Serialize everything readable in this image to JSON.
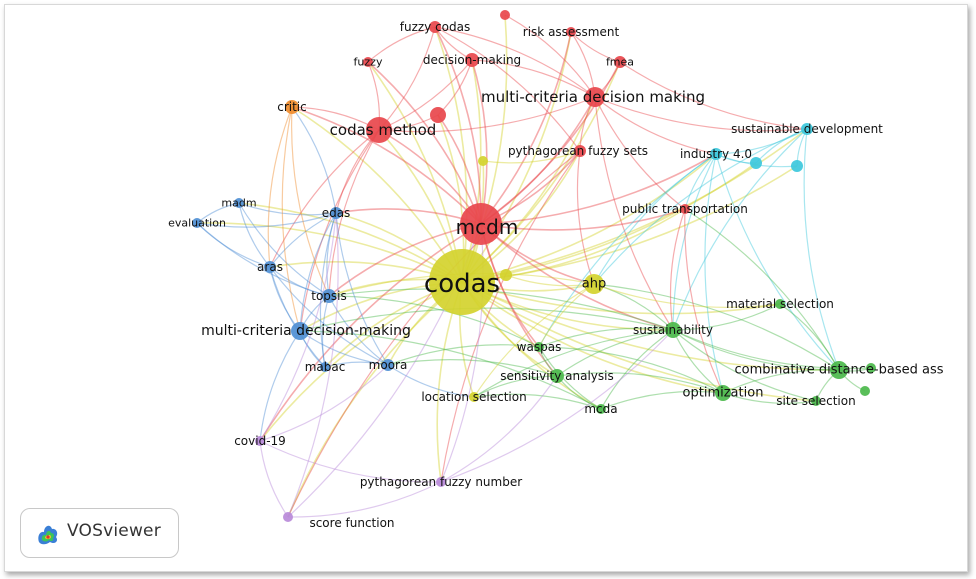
{
  "app": {
    "name": "VOSviewer"
  },
  "colors": {
    "red": "#e8474c",
    "yellow": "#d4d22e",
    "blue": "#4f8fd4",
    "green": "#4bb84b",
    "cyan": "#3cc8dc",
    "orange": "#f08c2c",
    "purple": "#b98ad9",
    "label": "#111111"
  },
  "nodes": [
    {
      "id": "codas",
      "label": "codas",
      "cluster": "yellow"
    },
    {
      "id": "mcdm",
      "label": "mcdm",
      "cluster": "red"
    },
    {
      "id": "codas-method",
      "label": "codas method",
      "cluster": "red"
    },
    {
      "id": "multi-criteria-decision-making-red",
      "label": "multi-criteria decision making",
      "cluster": "red"
    },
    {
      "id": "fuzzy-codas",
      "label": "fuzzy codas",
      "cluster": "red"
    },
    {
      "id": "risk-assessment",
      "label": "risk assessment",
      "cluster": "red"
    },
    {
      "id": "fuzzy",
      "label": "fuzzy",
      "cluster": "red"
    },
    {
      "id": "decision-making",
      "label": "decision-making",
      "cluster": "red"
    },
    {
      "id": "fmea",
      "label": "fmea",
      "cluster": "red"
    },
    {
      "id": "pythagorean-fuzzy-sets",
      "label": "pythagorean fuzzy sets",
      "cluster": "red"
    },
    {
      "id": "public-transportation",
      "label": "public transportation",
      "cluster": "red"
    },
    {
      "id": "red-unlabeled-1",
      "label": "",
      "cluster": "red"
    },
    {
      "id": "red-unlabeled-2",
      "label": "",
      "cluster": "red"
    },
    {
      "id": "critic",
      "label": "critic",
      "cluster": "orange"
    },
    {
      "id": "madm",
      "label": "madm",
      "cluster": "blue"
    },
    {
      "id": "evaluation",
      "label": "evaluation",
      "cluster": "blue"
    },
    {
      "id": "edas",
      "label": "edas",
      "cluster": "blue"
    },
    {
      "id": "aras",
      "label": "aras",
      "cluster": "blue"
    },
    {
      "id": "topsis",
      "label": "topsis",
      "cluster": "blue"
    },
    {
      "id": "multi-criteria-decision-making-blue",
      "label": "multi-criteria decision-making",
      "cluster": "blue"
    },
    {
      "id": "mabac",
      "label": "mabac",
      "cluster": "blue"
    },
    {
      "id": "moora",
      "label": "moora",
      "cluster": "blue"
    },
    {
      "id": "ahp",
      "label": "ahp",
      "cluster": "yellow"
    },
    {
      "id": "location-selection",
      "label": "location selection",
      "cluster": "yellow"
    },
    {
      "id": "yellow-unlabeled-1",
      "label": "",
      "cluster": "yellow"
    },
    {
      "id": "yellow-unlabeled-2",
      "label": "",
      "cluster": "yellow"
    },
    {
      "id": "industry-4-0",
      "label": "industry 4.0",
      "cluster": "cyan"
    },
    {
      "id": "sustainable-development",
      "label": "sustainable development",
      "cluster": "cyan"
    },
    {
      "id": "cyan-unlabeled-1",
      "label": "",
      "cluster": "cyan"
    },
    {
      "id": "cyan-unlabeled-2",
      "label": "",
      "cluster": "cyan"
    },
    {
      "id": "sustainability",
      "label": "sustainability",
      "cluster": "green"
    },
    {
      "id": "material-selection",
      "label": "material selection",
      "cluster": "green"
    },
    {
      "id": "waspas",
      "label": "waspas",
      "cluster": "green"
    },
    {
      "id": "sensitivity-analysis",
      "label": "sensitivity analysis",
      "cluster": "green"
    },
    {
      "id": "combinative-distance",
      "label": "combinative distance-based ass",
      "cluster": "green"
    },
    {
      "id": "optimization",
      "label": "optimization",
      "cluster": "green"
    },
    {
      "id": "site-selection",
      "label": "site selection",
      "cluster": "green"
    },
    {
      "id": "mcda",
      "label": "mcda",
      "cluster": "green"
    },
    {
      "id": "green-unlabeled-1",
      "label": "",
      "cluster": "green"
    },
    {
      "id": "green-unlabeled-2",
      "label": "",
      "cluster": "green"
    },
    {
      "id": "covid-19",
      "label": "covid-19",
      "cluster": "purple"
    },
    {
      "id": "pythagorean-fuzzy-number",
      "label": "pythagorean fuzzy number",
      "cluster": "purple"
    },
    {
      "id": "score-function",
      "label": "score function",
      "cluster": "purple"
    }
  ],
  "links": [
    [
      "codas",
      "mcdm"
    ],
    [
      "codas",
      "codas-method"
    ],
    [
      "codas",
      "multi-criteria-decision-making-red"
    ],
    [
      "codas",
      "fuzzy-codas"
    ],
    [
      "codas",
      "risk-assessment"
    ],
    [
      "codas",
      "decision-making"
    ],
    [
      "codas",
      "fmea"
    ],
    [
      "codas",
      "pythagorean-fuzzy-sets"
    ],
    [
      "codas",
      "public-transportation"
    ],
    [
      "codas",
      "critic"
    ],
    [
      "codas",
      "madm"
    ],
    [
      "codas",
      "evaluation"
    ],
    [
      "codas",
      "edas"
    ],
    [
      "codas",
      "aras"
    ],
    [
      "codas",
      "topsis"
    ],
    [
      "codas",
      "multi-criteria-decision-making-blue"
    ],
    [
      "codas",
      "mabac"
    ],
    [
      "codas",
      "moora"
    ],
    [
      "codas",
      "ahp"
    ],
    [
      "codas",
      "location-selection"
    ],
    [
      "codas",
      "industry-4-0"
    ],
    [
      "codas",
      "sustainable-development"
    ],
    [
      "codas",
      "sustainability"
    ],
    [
      "codas",
      "material-selection"
    ],
    [
      "codas",
      "waspas"
    ],
    [
      "codas",
      "sensitivity-analysis"
    ],
    [
      "codas",
      "combinative-distance"
    ],
    [
      "codas",
      "optimization"
    ],
    [
      "codas",
      "site-selection"
    ],
    [
      "codas",
      "mcda"
    ],
    [
      "codas",
      "covid-19"
    ],
    [
      "codas",
      "pythagorean-fuzzy-number"
    ],
    [
      "codas",
      "score-function"
    ],
    [
      "codas",
      "yellow-unlabeled-1"
    ],
    [
      "codas",
      "yellow-unlabeled-2"
    ],
    [
      "codas",
      "red-unlabeled-1"
    ],
    [
      "codas",
      "red-unlabeled-2"
    ],
    [
      "codas",
      "cyan-unlabeled-1"
    ],
    [
      "codas",
      "cyan-unlabeled-2"
    ],
    [
      "codas",
      "fuzzy"
    ],
    [
      "mcdm",
      "codas-method"
    ],
    [
      "mcdm",
      "multi-criteria-decision-making-red"
    ],
    [
      "mcdm",
      "fuzzy-codas"
    ],
    [
      "mcdm",
      "decision-making"
    ],
    [
      "mcdm",
      "pythagorean-fuzzy-sets"
    ],
    [
      "mcdm",
      "public-transportation"
    ],
    [
      "mcdm",
      "edas"
    ],
    [
      "mcdm",
      "topsis"
    ],
    [
      "mcdm",
      "ahp"
    ],
    [
      "mcdm",
      "industry-4-0"
    ],
    [
      "mcdm",
      "sustainability"
    ],
    [
      "mcdm",
      "fuzzy"
    ],
    [
      "mcdm",
      "red-unlabeled-2"
    ],
    [
      "mcdm",
      "critic"
    ],
    [
      "mcdm",
      "risk-assessment"
    ],
    [
      "mcdm",
      "fmea"
    ],
    [
      "mcdm",
      "waspas"
    ],
    [
      "mcdm",
      "sensitivity-analysis"
    ],
    [
      "mcdm",
      "covid-19"
    ],
    [
      "codas-method",
      "edas"
    ],
    [
      "codas-method",
      "critic"
    ],
    [
      "codas-method",
      "fuzzy"
    ],
    [
      "codas-method",
      "decision-making"
    ],
    [
      "codas-method",
      "topsis"
    ],
    [
      "codas-method",
      "aras"
    ],
    [
      "codas-method",
      "multi-criteria-decision-making-blue"
    ],
    [
      "codas-method",
      "fuzzy-codas"
    ],
    [
      "codas-method",
      "red-unlabeled-2"
    ],
    [
      "codas-method",
      "multi-criteria-decision-making-red"
    ],
    [
      "multi-criteria-decision-making-red",
      "fmea"
    ],
    [
      "multi-criteria-decision-making-red",
      "risk-assessment"
    ],
    [
      "multi-criteria-decision-making-red",
      "pythagorean-fuzzy-sets"
    ],
    [
      "multi-criteria-decision-making-red",
      "decision-making"
    ],
    [
      "multi-criteria-decision-making-red",
      "fuzzy-codas"
    ],
    [
      "multi-criteria-decision-making-red",
      "public-transportation"
    ],
    [
      "multi-criteria-decision-making-red",
      "sustainable-development"
    ],
    [
      "multi-criteria-decision-making-red",
      "industry-4-0"
    ],
    [
      "multi-criteria-decision-making-red",
      "sustainability"
    ],
    [
      "multi-criteria-decision-making-red",
      "red-unlabeled-1"
    ],
    [
      "pythagorean-fuzzy-sets",
      "pythagorean-fuzzy-number"
    ],
    [
      "pythagorean-fuzzy-sets",
      "score-function"
    ],
    [
      "pythagorean-fuzzy-sets",
      "fuzzy-codas"
    ],
    [
      "pythagorean-fuzzy-sets",
      "ahp"
    ],
    [
      "fuzzy-codas",
      "decision-making"
    ],
    [
      "fuzzy-codas",
      "fuzzy"
    ],
    [
      "risk-assessment",
      "fmea"
    ],
    [
      "industry-4-0",
      "sustainable-development"
    ],
    [
      "industry-4-0",
      "cyan-unlabeled-1"
    ],
    [
      "industry-4-0",
      "cyan-unlabeled-2"
    ],
    [
      "industry-4-0",
      "sustainability"
    ],
    [
      "industry-4-0",
      "ahp"
    ],
    [
      "industry-4-0",
      "public-transportation"
    ],
    [
      "industry-4-0",
      "combinative-distance"
    ],
    [
      "industry-4-0",
      "optimization"
    ],
    [
      "industry-4-0",
      "waspas"
    ],
    [
      "sustainable-development",
      "cyan-unlabeled-2"
    ],
    [
      "sustainable-development",
      "cyan-unlabeled-1"
    ],
    [
      "sustainable-development",
      "sustainability"
    ],
    [
      "sustainable-development",
      "combinative-distance"
    ],
    [
      "sustainable-development",
      "ahp"
    ],
    [
      "sustainability",
      "material-selection"
    ],
    [
      "sustainability",
      "combinative-distance"
    ],
    [
      "sustainability",
      "optimization"
    ],
    [
      "sustainability",
      "site-selection"
    ],
    [
      "sustainability",
      "waspas"
    ],
    [
      "sustainability",
      "sensitivity-analysis"
    ],
    [
      "sustainability",
      "mcda"
    ],
    [
      "sustainability",
      "ahp"
    ],
    [
      "sustainability",
      "location-selection"
    ],
    [
      "sustainability",
      "green-unlabeled-1"
    ],
    [
      "sustainability",
      "topsis"
    ],
    [
      "sustainability",
      "multi-criteria-decision-making-blue"
    ],
    [
      "combinative-distance",
      "site-selection"
    ],
    [
      "combinative-distance",
      "green-unlabeled-1"
    ],
    [
      "combinative-distance",
      "green-unlabeled-2"
    ],
    [
      "combinative-distance",
      "optimization"
    ],
    [
      "combinative-distance",
      "material-selection"
    ],
    [
      "combinative-distance",
      "ahp"
    ],
    [
      "combinative-distance",
      "public-transportation"
    ],
    [
      "optimization",
      "sensitivity-analysis"
    ],
    [
      "optimization",
      "site-selection"
    ],
    [
      "optimization",
      "waspas"
    ],
    [
      "optimization",
      "mcda"
    ],
    [
      "waspas",
      "sensitivity-analysis"
    ],
    [
      "waspas",
      "mcda"
    ],
    [
      "waspas",
      "moora"
    ],
    [
      "waspas",
      "topsis"
    ],
    [
      "sensitivity-analysis",
      "mcda"
    ],
    [
      "sensitivity-analysis",
      "location-selection"
    ],
    [
      "sensitivity-analysis",
      "moora"
    ],
    [
      "mcda",
      "location-selection"
    ],
    [
      "mcda",
      "multi-criteria-decision-making-blue"
    ],
    [
      "ahp",
      "location-selection"
    ],
    [
      "ahp",
      "waspas"
    ],
    [
      "ahp",
      "topsis"
    ],
    [
      "ahp",
      "material-selection"
    ],
    [
      "madm",
      "evaluation"
    ],
    [
      "madm",
      "edas"
    ],
    [
      "madm",
      "aras"
    ],
    [
      "madm",
      "topsis"
    ],
    [
      "evaluation",
      "edas"
    ],
    [
      "evaluation",
      "aras"
    ],
    [
      "evaluation",
      "topsis"
    ],
    [
      "edas",
      "aras"
    ],
    [
      "edas",
      "topsis"
    ],
    [
      "edas",
      "multi-criteria-decision-making-blue"
    ],
    [
      "edas",
      "mabac"
    ],
    [
      "edas",
      "moora"
    ],
    [
      "edas",
      "critic"
    ],
    [
      "aras",
      "topsis"
    ],
    [
      "aras",
      "multi-criteria-decision-making-blue"
    ],
    [
      "aras",
      "moora"
    ],
    [
      "aras",
      "mabac"
    ],
    [
      "topsis",
      "multi-criteria-decision-making-blue"
    ],
    [
      "topsis",
      "mabac"
    ],
    [
      "topsis",
      "moora"
    ],
    [
      "multi-criteria-decision-making-blue",
      "mabac"
    ],
    [
      "multi-criteria-decision-making-blue",
      "moora"
    ],
    [
      "multi-criteria-decision-making-blue",
      "covid-19"
    ],
    [
      "moora",
      "mabac"
    ],
    [
      "moora",
      "location-selection"
    ],
    [
      "critic",
      "topsis"
    ],
    [
      "critic",
      "aras"
    ],
    [
      "critic",
      "multi-criteria-decision-making-blue"
    ],
    [
      "covid-19",
      "score-function"
    ],
    [
      "covid-19",
      "pythagorean-fuzzy-number"
    ],
    [
      "covid-19",
      "edas"
    ],
    [
      "covid-19",
      "moora"
    ],
    [
      "score-function",
      "pythagorean-fuzzy-number"
    ],
    [
      "score-function",
      "edas"
    ],
    [
      "score-function",
      "mcdm"
    ],
    [
      "pythagorean-fuzzy-number",
      "sustainability"
    ],
    [
      "pythagorean-fuzzy-number",
      "sensitivity-analysis"
    ],
    [
      "pythagorean-fuzzy-number",
      "mcdm"
    ],
    [
      "public-transportation",
      "sustainability"
    ],
    [
      "public-transportation",
      "optimization"
    ],
    [
      "fmea",
      "sustainable-development"
    ],
    [
      "yellow-unlabeled-1",
      "pythagorean-fuzzy-sets"
    ],
    [
      "yellow-unlabeled-2",
      "ahp"
    ],
    [
      "red-unlabeled-2",
      "decision-making"
    ]
  ]
}
